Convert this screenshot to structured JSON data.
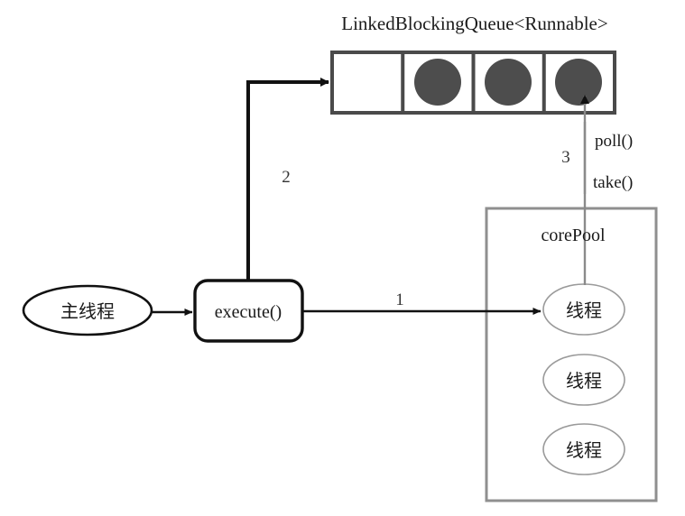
{
  "diagram": {
    "title": "LinkedBlockingQueue<Runnable>",
    "colors": {
      "background": "#ffffff",
      "stroke_black": "#111111",
      "stroke_gray": "#888888",
      "queue_border": "#4a4a4a",
      "task_fill": "#4d4d4d",
      "text": "#1a1a1a"
    },
    "queue": {
      "label": "LinkedBlockingQueue<Runnable>",
      "cells": [
        {
          "name": "queue-cell-0",
          "filled": false
        },
        {
          "name": "queue-cell-1",
          "filled": true
        },
        {
          "name": "queue-cell-2",
          "filled": true
        },
        {
          "name": "queue-cell-3",
          "filled": true
        }
      ]
    },
    "nodes": {
      "main_thread": "主线程",
      "execute": "execute()",
      "core_pool": "corePool",
      "threads": [
        "线程",
        "线程",
        "线程"
      ]
    },
    "edges": {
      "submit_label": "1",
      "enqueue_label": "2",
      "dequeue_label": "3",
      "poll": "poll()",
      "take": "take()"
    }
  }
}
